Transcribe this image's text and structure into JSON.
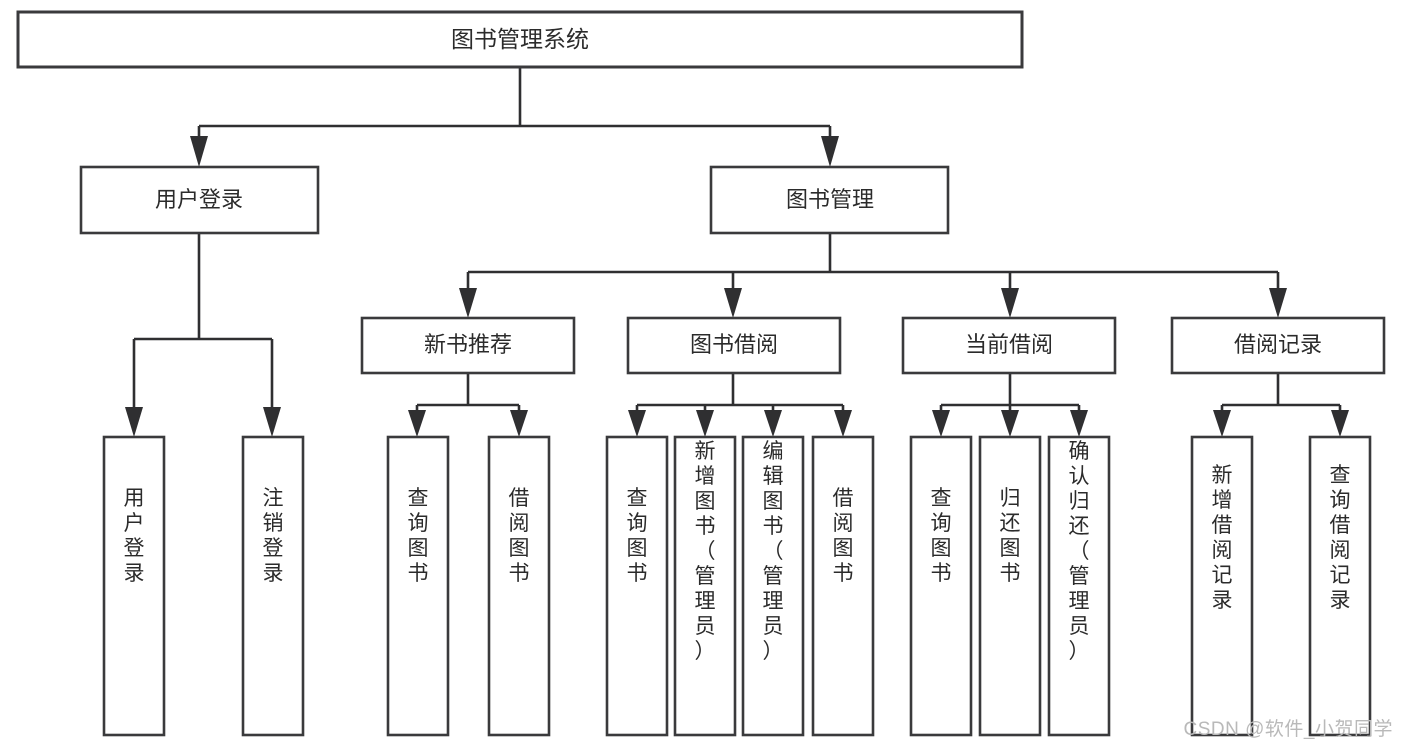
{
  "diagram": {
    "title": "图书管理系统",
    "type": "tree-hierarchy",
    "orientation": "top-down",
    "watermark": "CSDN @软件_小贺同学",
    "colors": {
      "box_stroke": "#3a3a3c",
      "connector": "#2f2f31",
      "text": "#2b2b2b",
      "background": "#ffffff",
      "watermark": "#b9b9b9"
    },
    "levels": {
      "root": "图书管理系统",
      "level2": [
        "用户登录",
        "图书管理"
      ],
      "level3": [
        "新书推荐",
        "图书借阅",
        "当前借阅",
        "借阅记录"
      ]
    },
    "nodes": {
      "root": {
        "label": "图书管理系统"
      },
      "user_login": {
        "label": "用户登录"
      },
      "book_manage": {
        "label": "图书管理"
      },
      "new_book_rec": {
        "label": "新书推荐"
      },
      "book_borrow": {
        "label": "图书借阅"
      },
      "current_borrow": {
        "label": "当前借阅"
      },
      "borrow_record": {
        "label": "借阅记录"
      }
    },
    "leaves": {
      "user_login": [
        {
          "label": "用户登录"
        },
        {
          "label": "注销登录"
        }
      ],
      "new_book_rec": [
        {
          "label": "查询图书"
        },
        {
          "label": "借阅图书"
        }
      ],
      "book_borrow": [
        {
          "label": "查询图书"
        },
        {
          "label": "新增图书（管理员）"
        },
        {
          "label": "编辑图书（管理员）"
        },
        {
          "label": "借阅图书"
        }
      ],
      "current_borrow": [
        {
          "label": "查询图书"
        },
        {
          "label": "归还图书"
        },
        {
          "label": "确认归还（管理员）"
        }
      ],
      "borrow_record": [
        {
          "label": "新增借阅记录"
        },
        {
          "label": "查询借阅记录"
        }
      ]
    }
  }
}
